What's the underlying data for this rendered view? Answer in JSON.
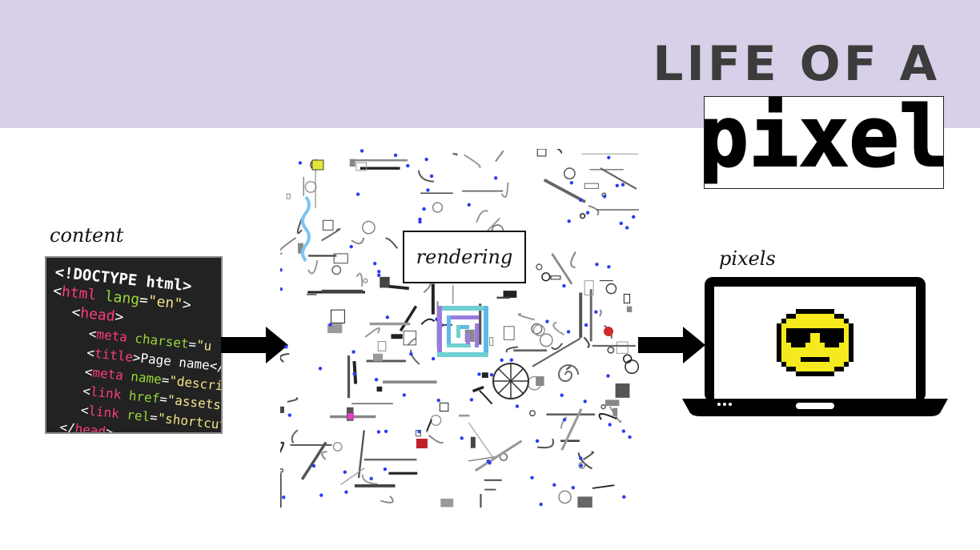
{
  "header": {
    "title_line1": "LIFE OF A",
    "title_line2": "pixel"
  },
  "colors": {
    "header_band": "#d8d0e8",
    "title_text": "#3c3c3c",
    "code_bg": "#222222",
    "code_tag": "#ff3b7f",
    "code_attr": "#9ad83a",
    "code_value": "#f2e48a",
    "smiley_face": "#f4ea1e",
    "laptop_body": "#000000"
  },
  "content": {
    "caption": "content",
    "code_lines": [
      "<!DOCTYPE html>",
      "<html lang=\"en\">",
      "<head>",
      "<meta charset=\"u",
      "<title>Page name</",
      "<meta name=\"descri",
      "<link href=\"assets/",
      "<link rel=\"shortcut",
      "</head>"
    ]
  },
  "rendering": {
    "label": "rendering",
    "image": "rube-goldberg-machine-illustration"
  },
  "pixels": {
    "caption": "pixels",
    "device_icon": "laptop-icon",
    "screen_icon": "sunglasses-smiley-icon"
  }
}
